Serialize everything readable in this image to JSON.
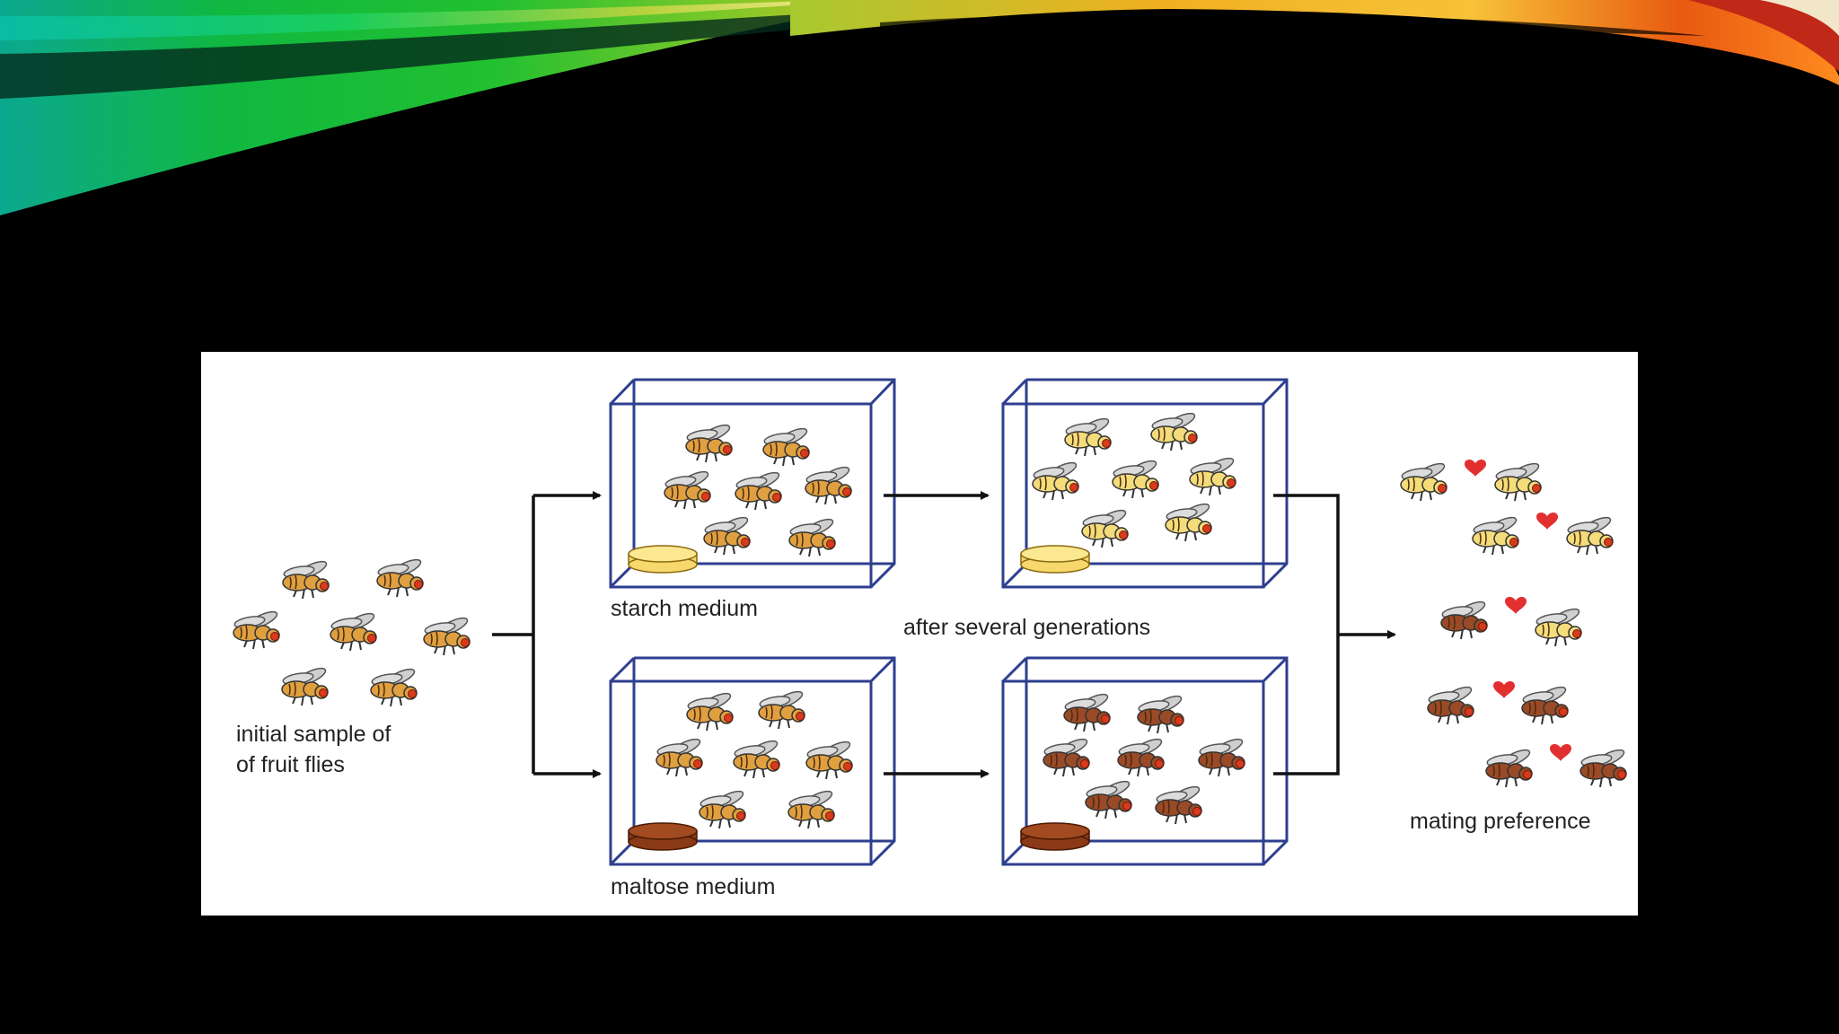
{
  "slide": {
    "background": "#000000"
  },
  "labels": {
    "initial_line1": "initial sample of",
    "initial_line2": "of fruit flies",
    "starch": "starch medium",
    "maltose": "maltose medium",
    "generations": "after several generations",
    "mating": "mating preference"
  },
  "colors": {
    "box_stroke": "#2e3f8f",
    "fly_wild": "#e0a040",
    "fly_starch": "#f4dc7a",
    "fly_maltose": "#9a4a26",
    "food_starch": "#f6d86c",
    "food_maltose": "#8a3a16",
    "heart": "#e23030",
    "eye": "#d83a1e",
    "wing": "#c8c8c8"
  },
  "icons": [
    "fruit-fly-icon",
    "heart-icon",
    "arrow-icon"
  ]
}
